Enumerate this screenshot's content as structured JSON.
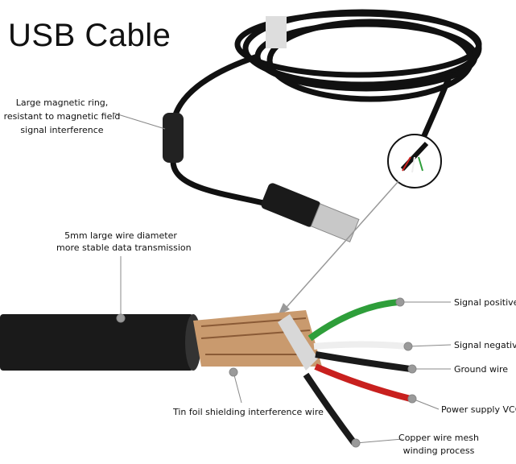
{
  "title": "USB Cable",
  "callouts": {
    "magnetic_ring": [
      "Large magnetic ring,",
      "resistant to magnetic field",
      "signal interference"
    ],
    "wire_diameter": [
      "5mm large wire diameter",
      "more stable data transmission"
    ],
    "signal_positive": "Signal positive",
    "signal_negative": "Signal negative",
    "ground_wire": "Ground wire",
    "power_supply": "Power supply VCC",
    "copper_mesh": [
      "Copper wire mesh",
      "winding process"
    ],
    "tin_foil": "Tin foil shielding interference wire"
  },
  "colors": {
    "wire_green": "#2e9e3a",
    "wire_red": "#c8201e",
    "wire_white": "#eeeeee",
    "wire_black": "#1a1a1a",
    "copper": "#c99a6e",
    "callout_dot": "#9a9a9a"
  }
}
